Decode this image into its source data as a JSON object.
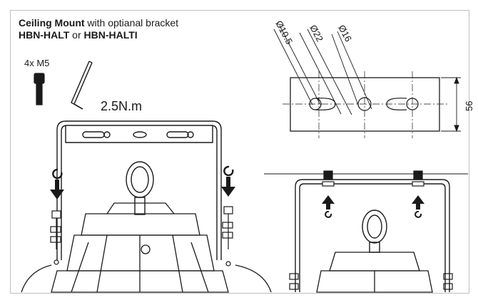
{
  "title": {
    "bold_part": "Ceiling Mount",
    "rest_part": " with optianal bracket",
    "model_a": "HBN-HALT",
    "or_text": " or ",
    "model_b": "HBN-HALTI"
  },
  "hardware": {
    "bolts": "4x M5",
    "torque": "2.5N.m"
  },
  "dimensions": {
    "d1": "Ø10.5",
    "d2": "Ø22",
    "d3": "Ø16",
    "height": "56"
  },
  "colors": {
    "line": "#1a1a1a",
    "panel_border": "#bfbfbf",
    "background": "#ffffff"
  },
  "icons": [
    "hex-key-icon",
    "bolt-icon",
    "rotate-arrow-icon",
    "down-arrow-icon",
    "up-arrow-icon",
    "eye-bolt-icon"
  ]
}
